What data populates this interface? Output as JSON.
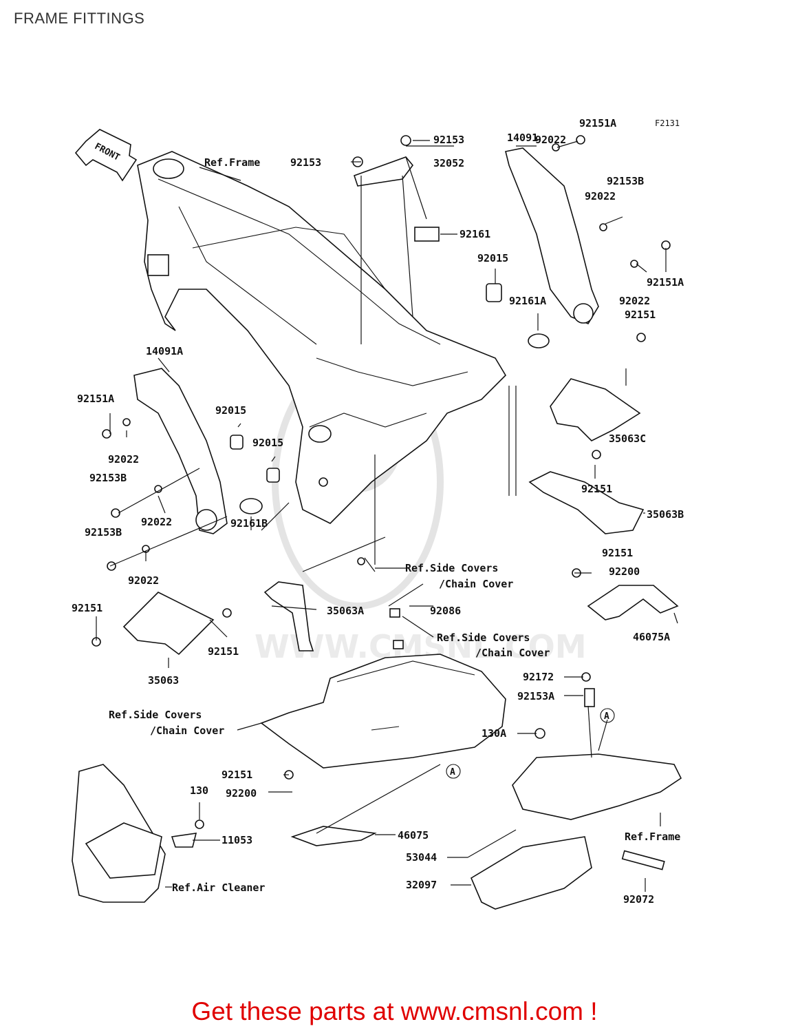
{
  "page_title": "FRAME FITTINGS",
  "figure_code": "F2131",
  "front_label": "FRONT",
  "watermark": "WWW.CMSNL.COM",
  "footer_cta": "Get these parts at www.cmsnl.com !",
  "callouts": [
    {
      "id": "c01",
      "text": "Ref.Frame"
    },
    {
      "id": "c02",
      "text": "92153"
    },
    {
      "id": "c03",
      "text": "92153"
    },
    {
      "id": "c04",
      "text": "32052"
    },
    {
      "id": "c05",
      "text": "92161"
    },
    {
      "id": "c06",
      "text": "14091"
    },
    {
      "id": "c07",
      "text": "92022"
    },
    {
      "id": "c08",
      "text": "92151A"
    },
    {
      "id": "c09",
      "text": "92153B"
    },
    {
      "id": "c10",
      "text": "92022"
    },
    {
      "id": "c11",
      "text": "92015"
    },
    {
      "id": "c12",
      "text": "92151A"
    },
    {
      "id": "c13",
      "text": "92022"
    },
    {
      "id": "c14",
      "text": "92161A"
    },
    {
      "id": "c15",
      "text": "92151"
    },
    {
      "id": "c16",
      "text": "14091A"
    },
    {
      "id": "c17",
      "text": "92151A"
    },
    {
      "id": "c18",
      "text": "92015"
    },
    {
      "id": "c19",
      "text": "92015"
    },
    {
      "id": "c20",
      "text": "92022"
    },
    {
      "id": "c21",
      "text": "92153B"
    },
    {
      "id": "c22",
      "text": "92022"
    },
    {
      "id": "c23",
      "text": "92161B"
    },
    {
      "id": "c24",
      "text": "92153B"
    },
    {
      "id": "c25",
      "text": "92022"
    },
    {
      "id": "c26",
      "text": "35063C"
    },
    {
      "id": "c27",
      "text": "92151"
    },
    {
      "id": "c28",
      "text": "35063B"
    },
    {
      "id": "c29",
      "text": "92151"
    },
    {
      "id": "c30",
      "text": "92200"
    },
    {
      "id": "c31",
      "text": "Ref.Side Covers"
    },
    {
      "id": "c32",
      "text": "/Chain Cover"
    },
    {
      "id": "c33",
      "text": "92086"
    },
    {
      "id": "c34",
      "text": "46075A"
    },
    {
      "id": "c35",
      "text": "Ref.Side Covers"
    },
    {
      "id": "c36",
      "text": "/Chain Cover"
    },
    {
      "id": "c37",
      "text": "92151"
    },
    {
      "id": "c38",
      "text": "35063A"
    },
    {
      "id": "c39",
      "text": "92151"
    },
    {
      "id": "c40",
      "text": "35063"
    },
    {
      "id": "c41",
      "text": "92172"
    },
    {
      "id": "c42",
      "text": "92153A"
    },
    {
      "id": "c43",
      "text": "Ref.Side Covers"
    },
    {
      "id": "c44",
      "text": "/Chain Cover"
    },
    {
      "id": "c45",
      "text": "A"
    },
    {
      "id": "c46",
      "text": "130A"
    },
    {
      "id": "c47",
      "text": "A"
    },
    {
      "id": "c48",
      "text": "92151"
    },
    {
      "id": "c49",
      "text": "92200"
    },
    {
      "id": "c50",
      "text": "130"
    },
    {
      "id": "c51",
      "text": "11053"
    },
    {
      "id": "c52",
      "text": "46075"
    },
    {
      "id": "c53",
      "text": "Ref.Frame"
    },
    {
      "id": "c54",
      "text": "53044"
    },
    {
      "id": "c55",
      "text": "32097"
    },
    {
      "id": "c56",
      "text": "Ref.Air Cleaner"
    },
    {
      "id": "c57",
      "text": "92072"
    }
  ]
}
